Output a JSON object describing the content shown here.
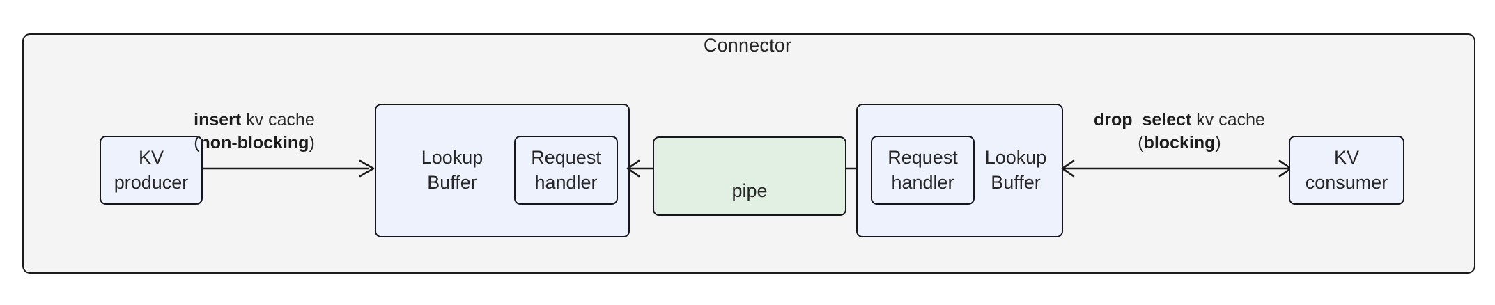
{
  "diagram": {
    "title": "Connector",
    "colors": {
      "container_bg": "#f4f4f4",
      "container_border": "#1b1b1b",
      "node_bg": "#edf2fd",
      "node_border": "#16161d",
      "pipe_bg": "#e2f0e3",
      "text": "#262626"
    },
    "nodes": {
      "kv_producer": {
        "line1": "KV",
        "line2": "producer"
      },
      "lookup_buffer_left": {
        "line1": "Lookup",
        "line2": "Buffer"
      },
      "request_handler_left": {
        "line1": "Request",
        "line2": "handler"
      },
      "pipe": {
        "label": "pipe"
      },
      "lookup_buffer_right": {
        "line1": "Lookup",
        "line2": "Buffer"
      },
      "request_handler_right": {
        "line1": "Request",
        "line2": "handler"
      },
      "kv_consumer": {
        "line1": "KV",
        "line2": "consumer"
      }
    },
    "edges": {
      "insert": {
        "bold_1": "insert",
        "plain_1": " kv cache",
        "open_paren": "(",
        "bold_2": "non-blocking",
        "close_paren": ")",
        "direction": "right"
      },
      "drop_select": {
        "bold_1": "drop_select",
        "plain_1": " kv cache",
        "open_paren": "(",
        "bold_2": "blocking",
        "close_paren": ")",
        "direction": "bidirectional"
      },
      "pipe_left": {
        "direction": "left"
      },
      "pipe_right": {
        "direction": "right"
      }
    }
  }
}
